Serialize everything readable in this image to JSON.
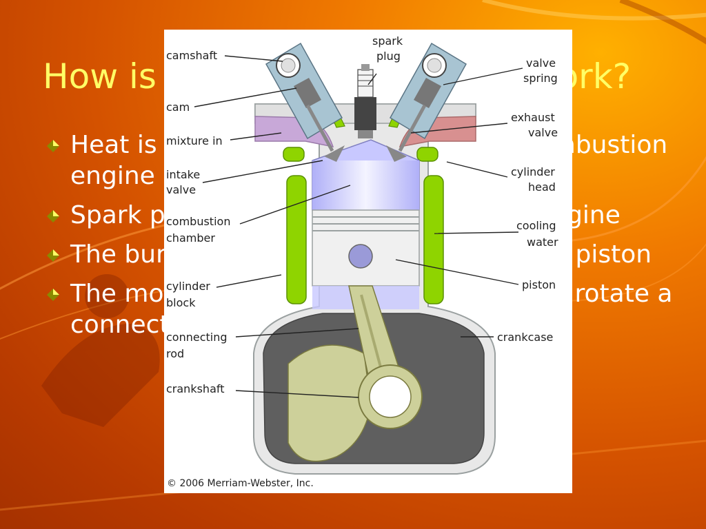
{
  "slide": {
    "title": "How is energy converted to work?",
    "bullets": [
      "Heat is produced inside the internal combustion engine",
      "Spark plugs ignite the fuel inside the engine",
      "The burning gases expand by pushing a piston",
      "The moving piston provides the force to rotate a connecting rod"
    ],
    "colors": {
      "title": "#ffff66",
      "text": "#ffffff",
      "background": "#d45200"
    }
  },
  "diagram": {
    "labels": {
      "camshaft": "camshaft",
      "spark_plug_1": "spark",
      "spark_plug_2": "plug",
      "valve_spring_1": "valve",
      "valve_spring_2": "spring",
      "cam": "cam",
      "exhaust_valve_1": "exhaust",
      "exhaust_valve_2": "valve",
      "mixture_in": "mixture in",
      "intake_valve_1": "intake",
      "intake_valve_2": "valve",
      "cylinder_head_1": "cylinder",
      "cylinder_head_2": "head",
      "combustion_chamber_1": "combustion",
      "combustion_chamber_2": "chamber",
      "cooling_water_1": "cooling",
      "cooling_water_2": "water",
      "piston": "piston",
      "cylinder_block_1": "cylinder",
      "cylinder_block_2": "block",
      "connecting_rod_1": "connecting",
      "connecting_rod_2": "rod",
      "crankcase": "crankcase",
      "crankshaft": "crankshaft"
    },
    "copyright": "© 2006 Merriam-Webster, Inc.",
    "colors": {
      "metal": "#e8e8e8",
      "metal_dark": "#9aa0a0",
      "cooling": "#8fd400",
      "valve_housing": "#a8c4d2",
      "chamber": "#c8c8ff",
      "crankcase": "#5f5f5f",
      "rod": "#cdd09a",
      "mixture": "#c8a8d8",
      "exhaust": "#d89090"
    }
  }
}
